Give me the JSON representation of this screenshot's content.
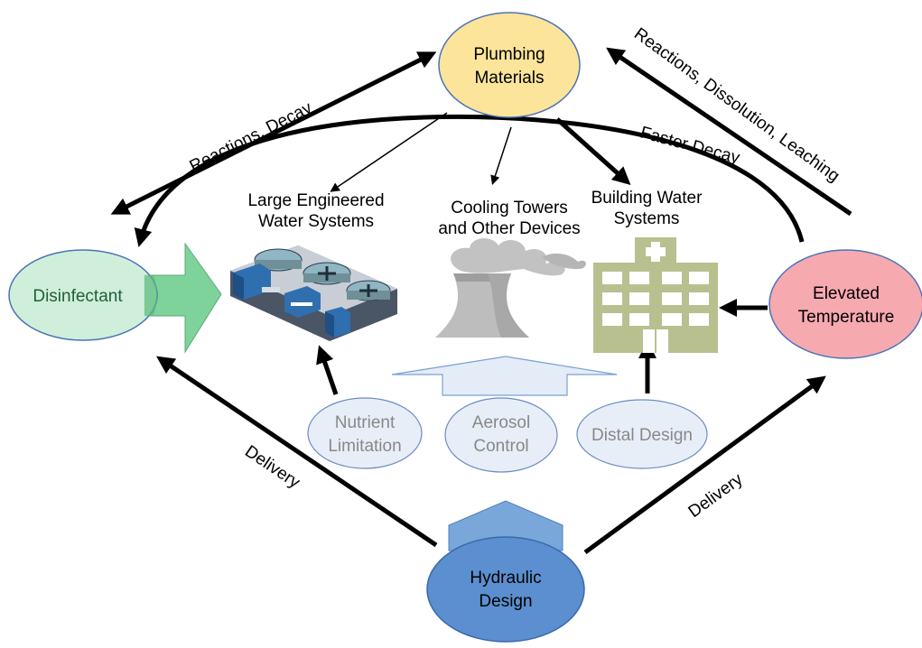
{
  "nodes": {
    "plumbing": {
      "line1": "Plumbing",
      "line2": "Materials",
      "fill": "#fce49a",
      "stroke": "#4b74b8"
    },
    "disinfectant": {
      "label": "Disinfectant",
      "fill": "#8fd6a2",
      "stroke": "#4b74b8",
      "text_color": "#1f5f3a"
    },
    "elevated": {
      "line1": "Elevated",
      "line2": "Temperature",
      "fill": "#f7a9b0",
      "stroke": "#4b74b8"
    },
    "hydraulic": {
      "line1": "Hydraulic",
      "line2": "Design",
      "fill": "#5b8fcf",
      "stroke": "#3a68ad"
    },
    "nutrient": {
      "line1": "Nutrient",
      "line2": "Limitation",
      "fill": "#e8eef8",
      "stroke": "#6b8cc4",
      "text_color": "#888888"
    },
    "aerosol": {
      "line1": "Aerosol",
      "line2": "Control",
      "fill": "#e8eef8",
      "stroke": "#6b8cc4",
      "text_color": "#888888"
    },
    "distal": {
      "label": "Distal Design",
      "fill": "#e8eef8",
      "stroke": "#6b8cc4",
      "text_color": "#888888"
    }
  },
  "systems": {
    "large": {
      "line1": "Large Engineered",
      "line2": "Water Systems"
    },
    "cooling": {
      "line1": "Cooling Towers",
      "line2": "and Other Devices"
    },
    "building": {
      "line1": "Building Water",
      "line2": "Systems"
    }
  },
  "edges": {
    "reactions_decay": "Reactions, Decay",
    "reactions_dissolution": "Reactions, Dissolution, Leaching",
    "faster_decay": "Faster Decay",
    "delivery_left": "Delivery",
    "delivery_right": "Delivery"
  },
  "colors": {
    "arrow": "#000000",
    "green_arrow": "#7dd39a",
    "light_arrow": "#e3ecf7",
    "blue_arrow": "#7aa7d9",
    "building": "#b8c08f"
  }
}
